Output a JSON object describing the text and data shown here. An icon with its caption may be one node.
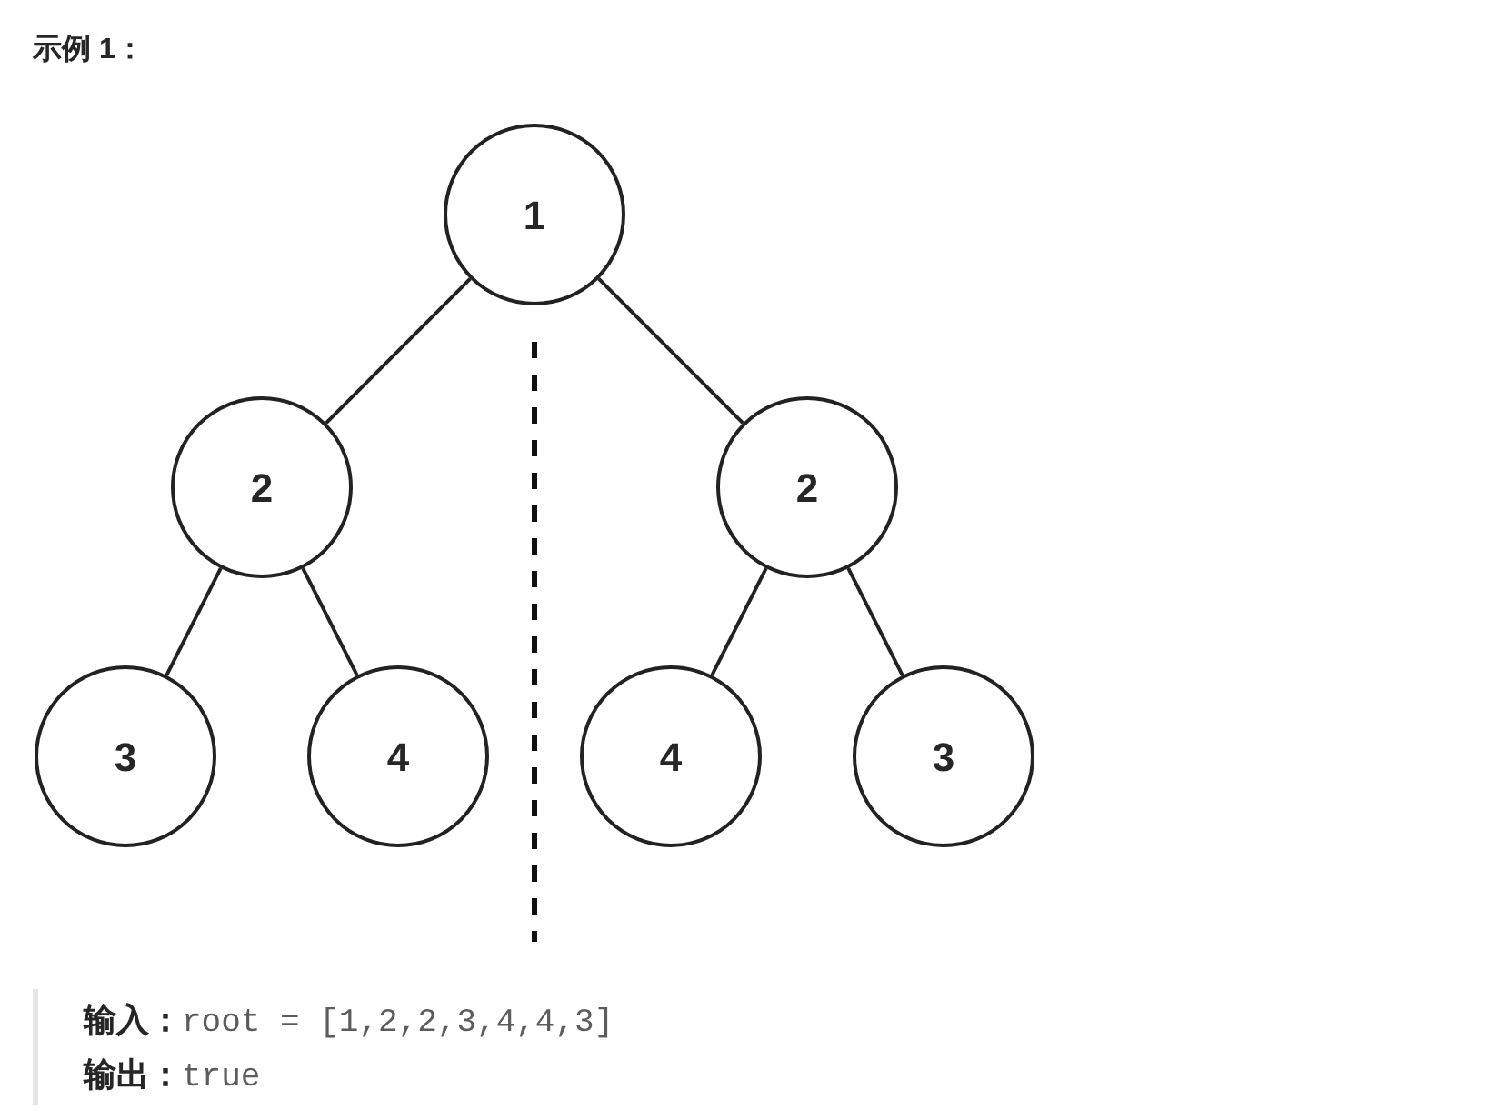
{
  "diagram": {
    "title": "示例 1：",
    "nodes": [
      {
        "text": [
          "1"
        ]
      },
      {
        "text": [
          "2"
        ]
      },
      {
        "text": [
          "2"
        ]
      },
      {
        "text": [
          "3"
        ]
      },
      {
        "text": [
          "4"
        ]
      },
      {
        "text": [
          "4"
        ]
      },
      {
        "text": [
          "3"
        ]
      }
    ],
    "edges": [
      {
        "from": 0,
        "to": 1,
        "arrow": "none"
      },
      {
        "from": 0,
        "to": 2,
        "arrow": "none"
      },
      {
        "from": 1,
        "to": 3,
        "arrow": "none"
      },
      {
        "from": 1,
        "to": 4,
        "arrow": "none"
      },
      {
        "from": 2,
        "to": 5,
        "arrow": "none"
      },
      {
        "from": 2,
        "to": 6,
        "arrow": "none"
      }
    ],
    "labels": [
      "输入：",
      "root = [1,2,2,3,4,4,3]",
      "输出：",
      "true"
    ]
  }
}
